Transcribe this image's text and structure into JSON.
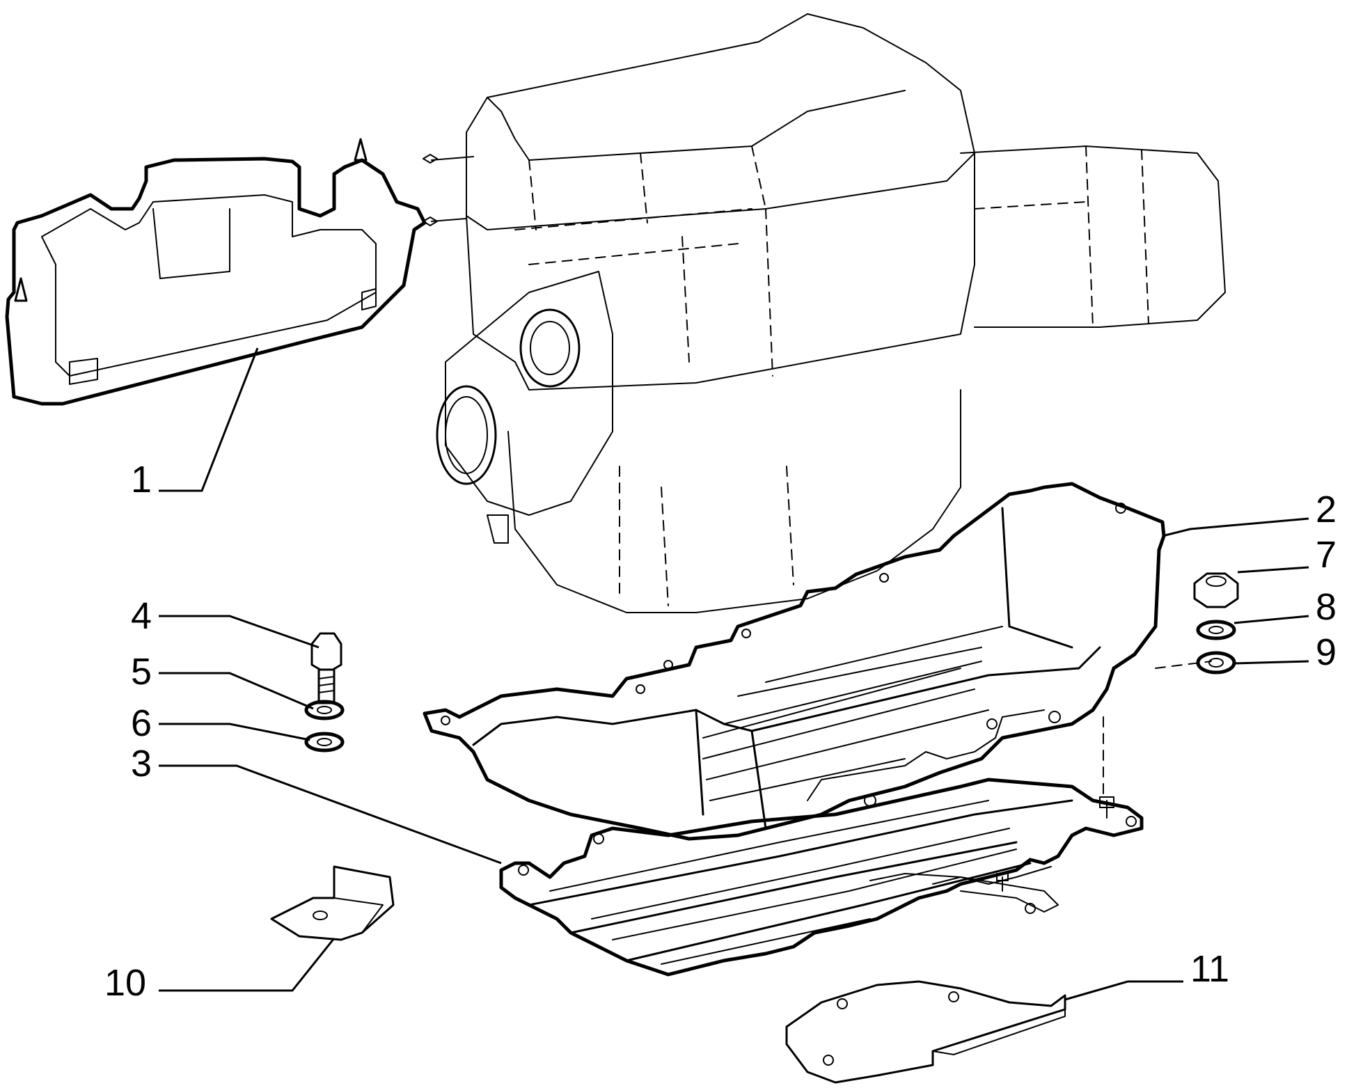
{
  "diagram": {
    "type": "exploded-parts-diagram",
    "colors": {
      "ink": "#000000",
      "background": "#ffffff"
    },
    "callouts": [
      {
        "id": "1",
        "label": "1"
      },
      {
        "id": "2",
        "label": "2"
      },
      {
        "id": "3",
        "label": "3"
      },
      {
        "id": "4",
        "label": "4"
      },
      {
        "id": "5",
        "label": "5"
      },
      {
        "id": "6",
        "label": "6"
      },
      {
        "id": "7",
        "label": "7"
      },
      {
        "id": "8",
        "label": "8"
      },
      {
        "id": "9",
        "label": "9"
      },
      {
        "id": "10",
        "label": "10"
      },
      {
        "id": "11",
        "label": "11"
      }
    ]
  }
}
